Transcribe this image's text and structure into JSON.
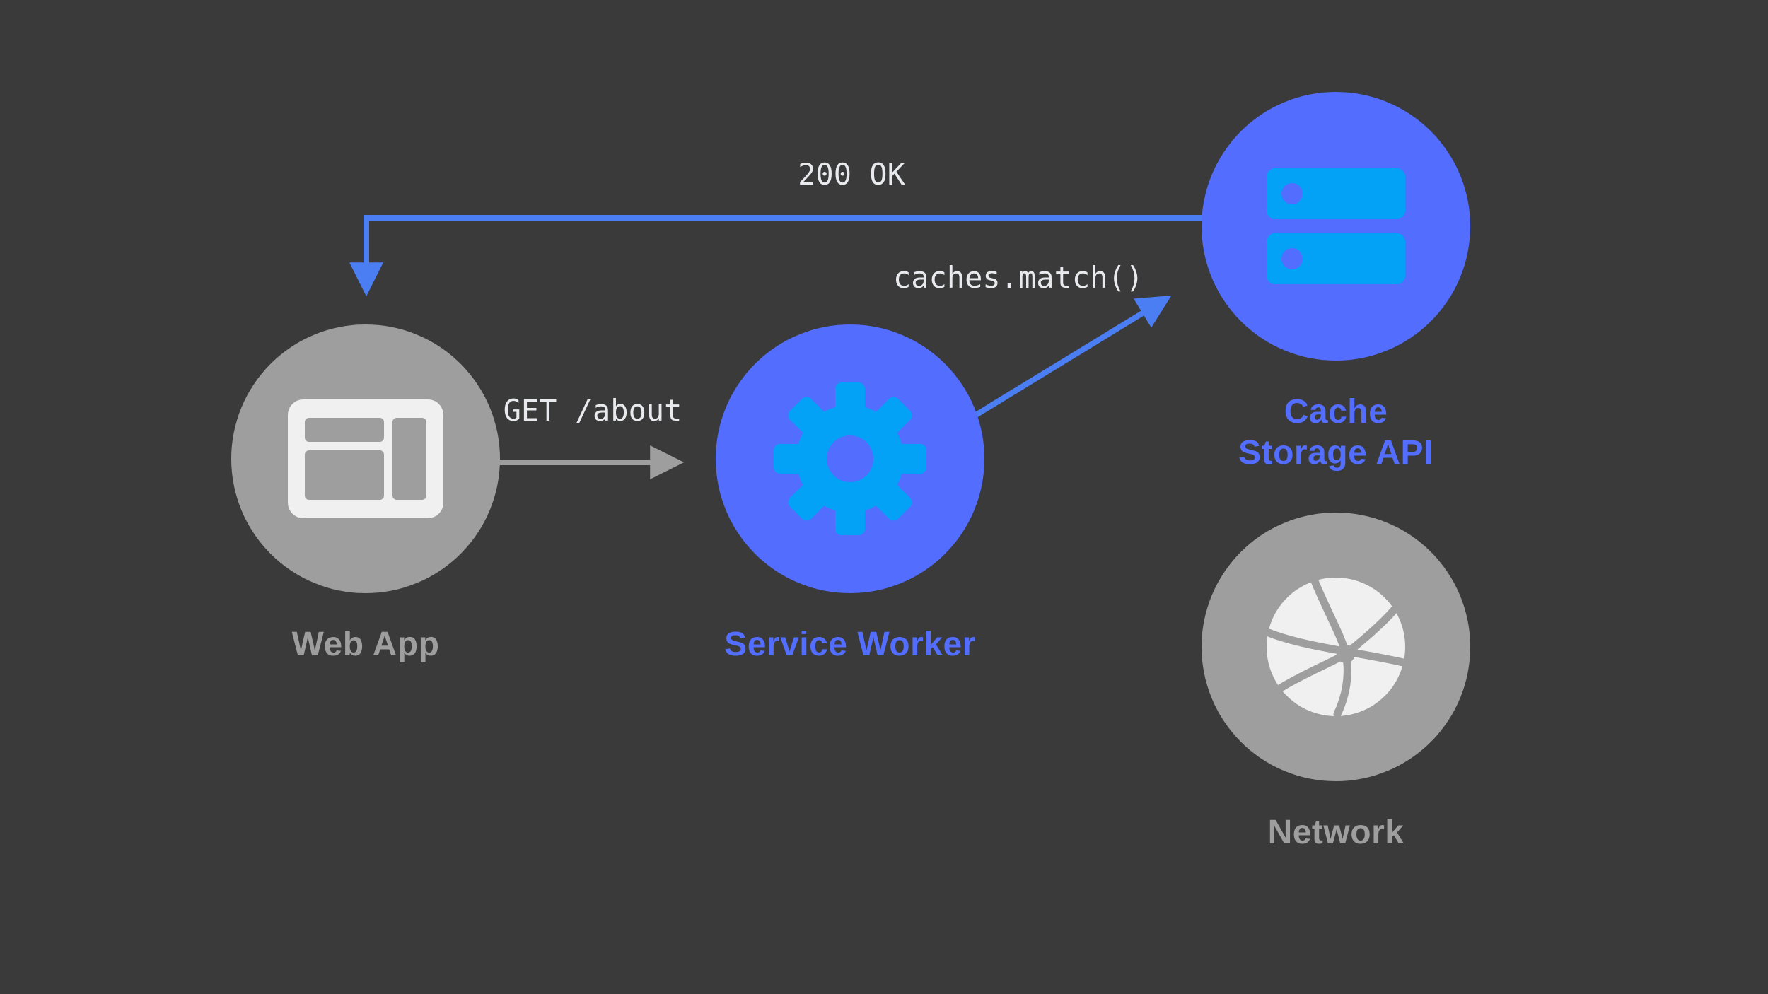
{
  "colors": {
    "background": "#3a3a3a",
    "blue": "#536dfe",
    "arrow_blue": "#4c7ef3",
    "cyan": "#03a2f6",
    "gray": "#9e9e9e",
    "white": "#f0f0f0",
    "code_text": "#e8eaed"
  },
  "nodes": {
    "web_app": {
      "label": "Web App"
    },
    "service_worker": {
      "label": "Service Worker"
    },
    "cache_storage": {
      "label_line1": "Cache",
      "label_line2": "Storage API"
    },
    "network": {
      "label": "Network"
    }
  },
  "edges": {
    "request": {
      "label": "GET /about"
    },
    "cache_lookup": {
      "label": "caches.match()"
    },
    "response": {
      "label": "200 OK"
    }
  }
}
